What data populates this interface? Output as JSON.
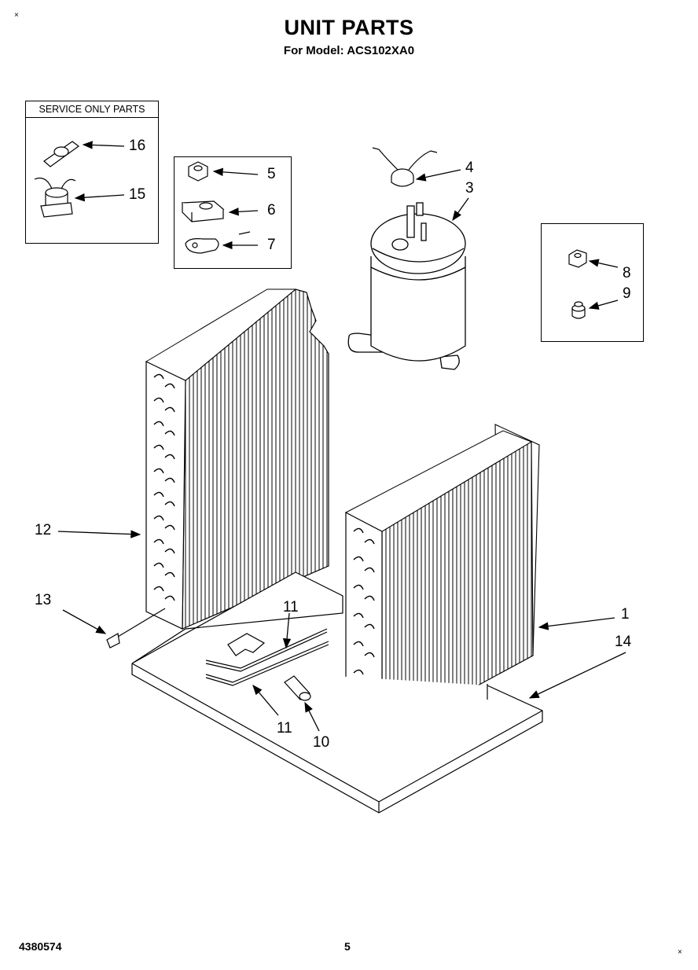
{
  "header": {
    "title": "UNIT PARTS",
    "subtitle": "For Model: ACS102XA0"
  },
  "service_box": {
    "label": "SERVICE ONLY PARTS"
  },
  "callouts": {
    "c1": "1",
    "c3": "3",
    "c4": "4",
    "c5": "5",
    "c6": "6",
    "c7": "7",
    "c8": "8",
    "c9": "9",
    "c10": "10",
    "c11a": "11",
    "c11b": "11",
    "c12": "12",
    "c13": "13",
    "c14": "14",
    "c15": "15",
    "c16": "16"
  },
  "footer": {
    "doc_number": "4380574",
    "page_number": "5"
  },
  "parts": [
    {
      "id": "1",
      "name": "evaporator-coil"
    },
    {
      "id": "3",
      "name": "compressor"
    },
    {
      "id": "4",
      "name": "overload-protector"
    },
    {
      "id": "5",
      "name": "nut"
    },
    {
      "id": "6",
      "name": "terminal-cover"
    },
    {
      "id": "7",
      "name": "clip"
    },
    {
      "id": "8",
      "name": "nut"
    },
    {
      "id": "9",
      "name": "grommet"
    },
    {
      "id": "10",
      "name": "sleeve"
    },
    {
      "id": "11",
      "name": "tube"
    },
    {
      "id": "12",
      "name": "condenser-coil"
    },
    {
      "id": "13",
      "name": "capillary-tube"
    },
    {
      "id": "14",
      "name": "base-pan"
    },
    {
      "id": "15",
      "name": "overload"
    },
    {
      "id": "16",
      "name": "strainer"
    }
  ]
}
